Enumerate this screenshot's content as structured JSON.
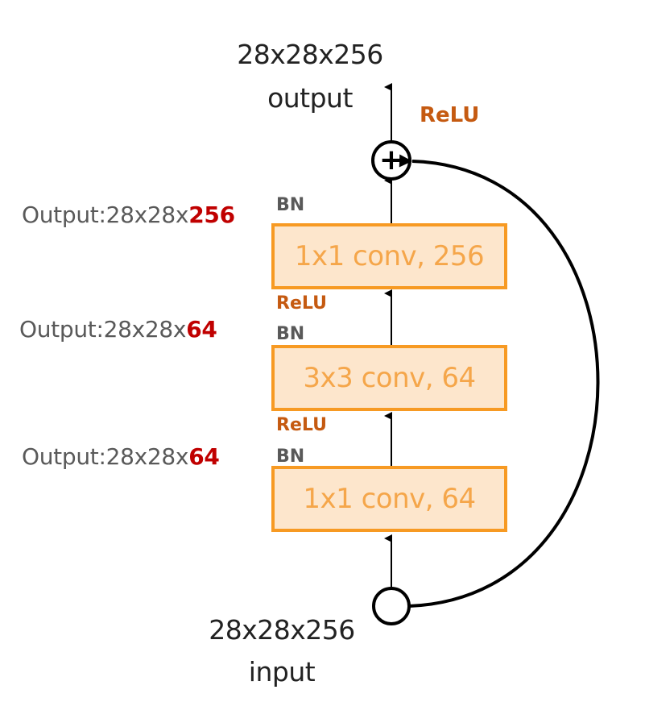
{
  "output_block": {
    "shape": "28x28x256",
    "label": "output"
  },
  "input_block": {
    "shape": "28x28x256",
    "label": "input"
  },
  "top_activation": "ReLU",
  "adder_symbol": "+",
  "layers": [
    {
      "conv_label": "1x1 conv, 256",
      "side_prefix": "Output:28x28x",
      "side_channels": "256",
      "norm_label": "BN",
      "activation_label": ""
    },
    {
      "conv_label": "3x3 conv, 64",
      "side_prefix": "Output:28x28x",
      "side_channels": "64",
      "norm_label": "BN",
      "activation_label": "ReLU"
    },
    {
      "conv_label": "1x1 conv, 64",
      "side_prefix": "Output:28x28x",
      "side_channels": "64",
      "norm_label": "BN",
      "activation_label": "ReLU"
    }
  ],
  "colors": {
    "box_fill": "#fde6cc",
    "box_border": "#f79a23",
    "box_text": "#f5a64a",
    "relu_text": "#c55a11",
    "bn_text": "#595959",
    "channel_highlight": "#c00000",
    "line": "#000000"
  }
}
